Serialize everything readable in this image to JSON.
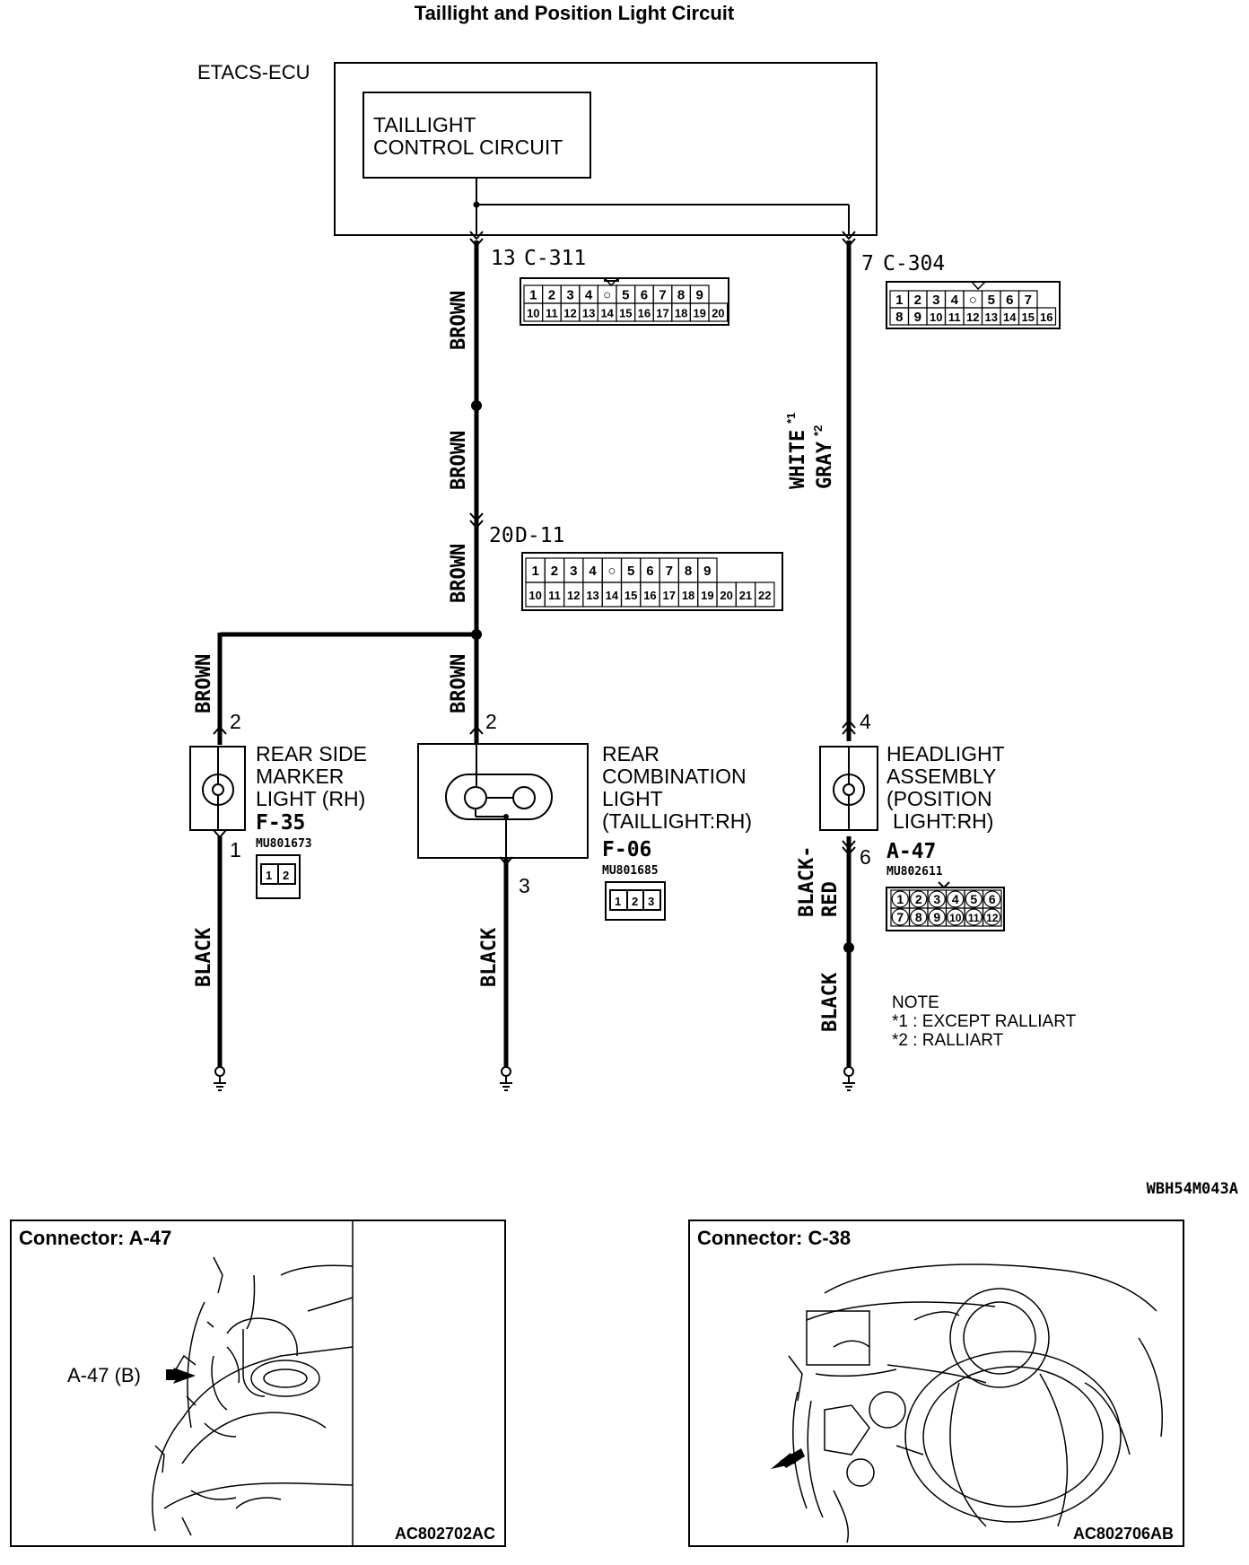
{
  "title": "Taillight and Position Light Circuit",
  "ecu": {
    "label": "ETACS-ECU",
    "inner_line1": "TAILLIGHT",
    "inner_line2": "CONTROL CIRCUIT"
  },
  "connectors": {
    "c311": {
      "pin": "13",
      "name": "C-311",
      "row1": [
        "1",
        "2",
        "3",
        "4",
        "○",
        "5",
        "6",
        "7",
        "8",
        "9"
      ],
      "row2": [
        "10",
        "11",
        "12",
        "13",
        "14",
        "15",
        "16",
        "17",
        "18",
        "19",
        "20"
      ]
    },
    "c304": {
      "pin": "7",
      "name": "C-304",
      "row1": [
        "1",
        "2",
        "3",
        "4",
        "○",
        "5",
        "6",
        "7"
      ],
      "row2": [
        "8",
        "9",
        "10",
        "11",
        "12",
        "13",
        "14",
        "15",
        "16"
      ]
    },
    "d11": {
      "pin": "20",
      "name": "D-11",
      "row1": [
        "1",
        "2",
        "3",
        "4",
        "○",
        "5",
        "6",
        "7",
        "8",
        "9"
      ],
      "row2": [
        "10",
        "11",
        "12",
        "13",
        "14",
        "15",
        "16",
        "17",
        "18",
        "19",
        "20",
        "21",
        "22"
      ]
    },
    "f35": {
      "name": "F-35",
      "code": "MU801673",
      "pins": [
        "1",
        "2"
      ]
    },
    "f06": {
      "name": "F-06",
      "code": "MU801685",
      "pins": [
        "1",
        "2",
        "3"
      ]
    },
    "a47": {
      "name": "A-47",
      "code": "MU802611",
      "row1": [
        "1",
        "2",
        "3",
        "4",
        "5",
        "6"
      ],
      "row2": [
        "7",
        "8",
        "9",
        "10",
        "11",
        "12"
      ]
    }
  },
  "wires": {
    "brown": "BROWN",
    "black": "BLACK",
    "white": "WHITE",
    "gray": "GRAY",
    "star1": "*1",
    "star2": "*2",
    "black_red_1": "BLACK-",
    "black_red_2": "RED"
  },
  "components": {
    "side_marker": {
      "line1": "REAR SIDE",
      "line2": "MARKER",
      "line3": "LIGHT (RH)",
      "pin_top": "2",
      "pin_bottom": "1"
    },
    "combination": {
      "line1": "REAR",
      "line2": "COMBINATION",
      "line3": "LIGHT",
      "line4": "(TAILLIGHT:RH)",
      "pin_top": "2",
      "pin_bottom": "3"
    },
    "headlight": {
      "line1": "HEADLIGHT",
      "line2": "ASSEMBLY",
      "line3": "(POSITION",
      "line4": "LIGHT:RH)",
      "pin_top": "4",
      "pin_bottom": "6"
    }
  },
  "note": {
    "title": "NOTE",
    "line1": "*1 : EXCEPT RALLIART",
    "line2": "*2 : RALLIART"
  },
  "figure_code": "WBH54M043A",
  "panels": [
    {
      "title": "Connector: A-47",
      "callout": "A-47 (B)",
      "code": "AC802702AC"
    },
    {
      "title": "Connector: C-38",
      "code": "AC802706AB"
    }
  ]
}
